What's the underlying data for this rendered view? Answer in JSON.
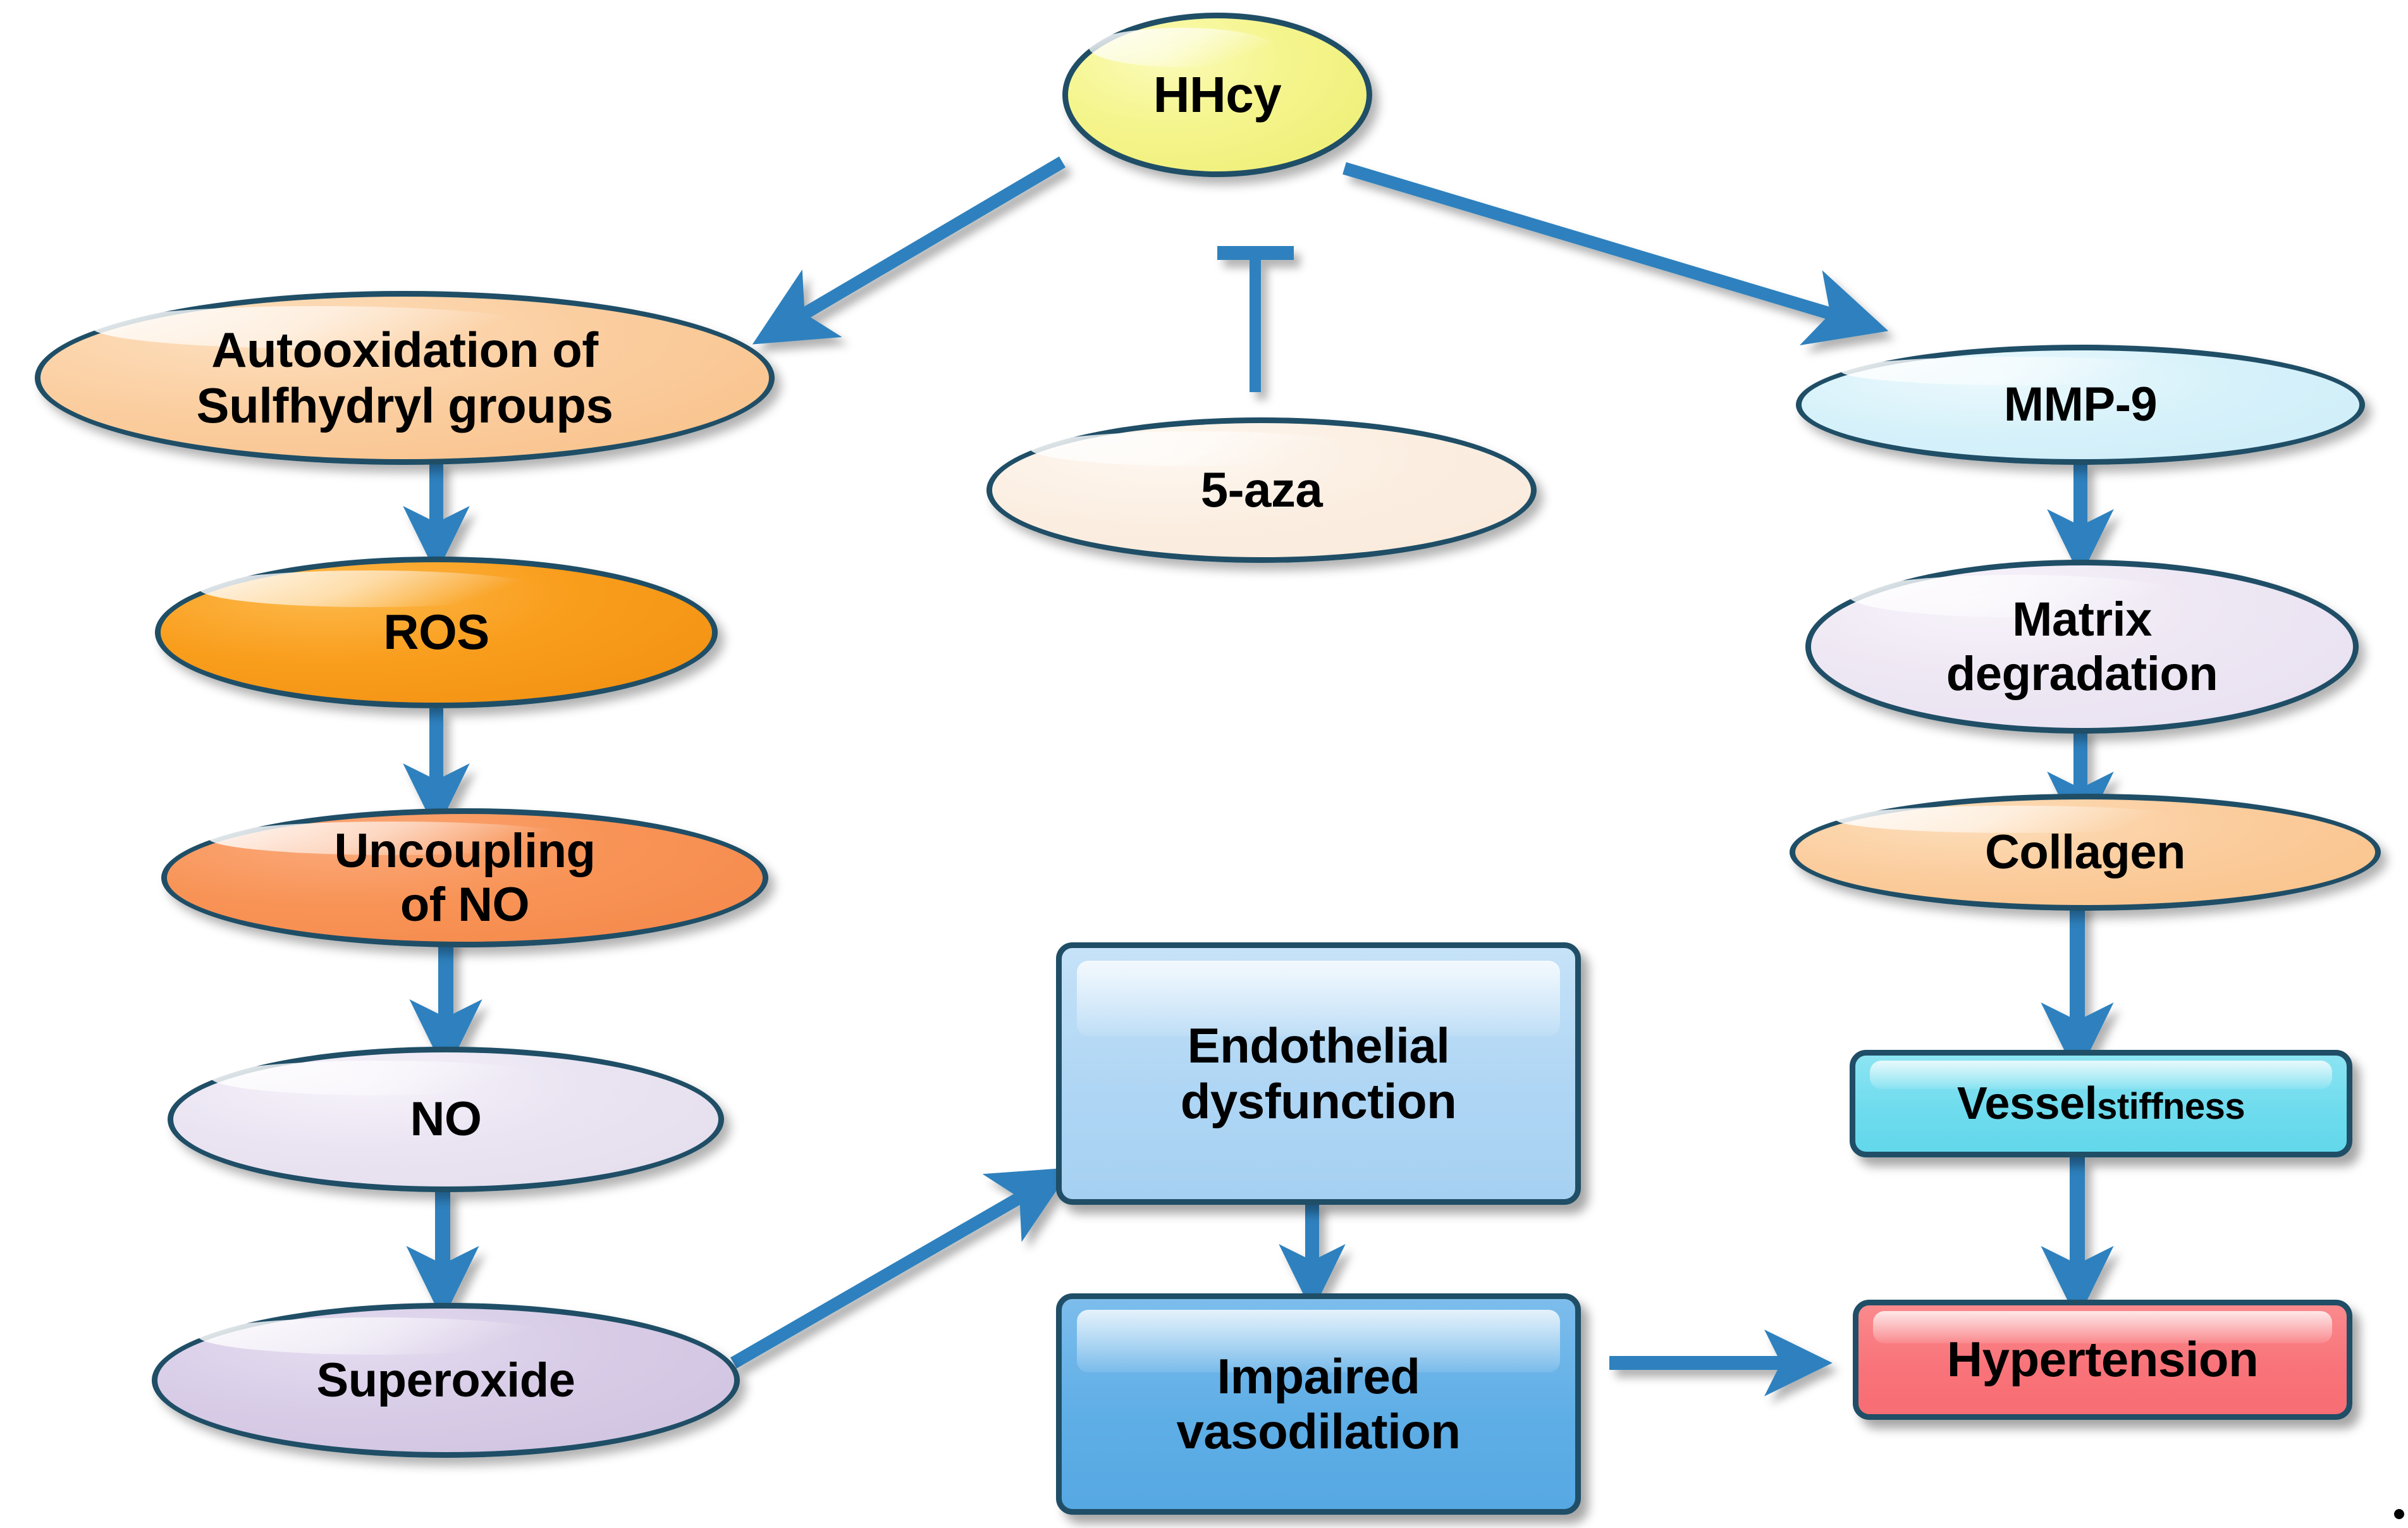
{
  "diagram": {
    "title": "HHcy pathway to hypertension",
    "background_color": "#FFFFFF",
    "edge_color": "#2E81BE",
    "node_border_color": "#1F4E66",
    "trailing_mark": "."
  },
  "nodes": {
    "hhcy": {
      "label": "HHcy",
      "shape": "ellipse",
      "fill": "#F5F58E"
    },
    "autoox": {
      "line1": "Autooxidation of",
      "line2": "Sulfhydryl groups",
      "shape": "ellipse",
      "fill": "#FBCEA0"
    },
    "ros": {
      "label": "ROS",
      "shape": "ellipse",
      "fill": "#F99D1C"
    },
    "uncoupling": {
      "line1": "Uncoupling",
      "line2": "of NO",
      "shape": "ellipse",
      "fill": "#F89356"
    },
    "no": {
      "label": "NO",
      "shape": "ellipse",
      "fill": "#EAE4F2"
    },
    "superoxide": {
      "label": "Superoxide",
      "shape": "ellipse",
      "fill": "#D7CBE6"
    },
    "aza": {
      "label": "5-aza",
      "shape": "ellipse",
      "fill": "#FBEEE1"
    },
    "mmp9": {
      "label": "MMP-9",
      "shape": "ellipse",
      "fill": "#D6F1FA"
    },
    "matrix": {
      "line1": "Matrix",
      "line2": "degradation",
      "shape": "ellipse",
      "fill": "#EDE6F3"
    },
    "collagen": {
      "label": "Collagen",
      "shape": "ellipse",
      "fill": "#FBCC9C"
    },
    "endothelial": {
      "line1": "Endothelial",
      "line2": "dysfunction",
      "shape": "rect",
      "fill": "#AFD6F4"
    },
    "impaired": {
      "line1": "Impaired",
      "line2": "vasodilation",
      "shape": "rect",
      "fill": "#5FAEE6"
    },
    "vessel": {
      "label_bold": "Vessel",
      "label_small": "stiffness",
      "shape": "rect",
      "fill": "#6FDCEE"
    },
    "hypertension": {
      "label": "Hypertension",
      "shape": "rect",
      "fill": "#F8747A"
    }
  },
  "edges": [
    {
      "from": "hhcy",
      "to": "autoox",
      "type": "arrow"
    },
    {
      "from": "hhcy",
      "to": "mmp9",
      "type": "arrow"
    },
    {
      "from": "aza",
      "to": "hhcy",
      "type": "inhibition"
    },
    {
      "from": "autoox",
      "to": "ros",
      "type": "arrow"
    },
    {
      "from": "ros",
      "to": "uncoupling",
      "type": "arrow"
    },
    {
      "from": "uncoupling",
      "to": "no",
      "type": "arrow"
    },
    {
      "from": "no",
      "to": "superoxide",
      "type": "arrow"
    },
    {
      "from": "superoxide",
      "to": "endothelial",
      "type": "arrow"
    },
    {
      "from": "endothelial",
      "to": "impaired",
      "type": "arrow"
    },
    {
      "from": "impaired",
      "to": "hypertension",
      "type": "arrow"
    },
    {
      "from": "mmp9",
      "to": "matrix",
      "type": "arrow"
    },
    {
      "from": "matrix",
      "to": "collagen",
      "type": "arrow"
    },
    {
      "from": "collagen",
      "to": "vessel",
      "type": "arrow"
    },
    {
      "from": "vessel",
      "to": "hypertension",
      "type": "arrow"
    }
  ]
}
